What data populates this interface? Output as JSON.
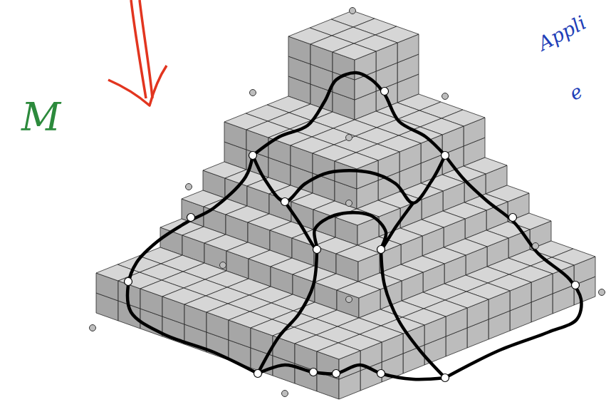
{
  "diagram": {
    "labels": [
      "M",
      "Appli",
      "e"
    ]
  }
}
